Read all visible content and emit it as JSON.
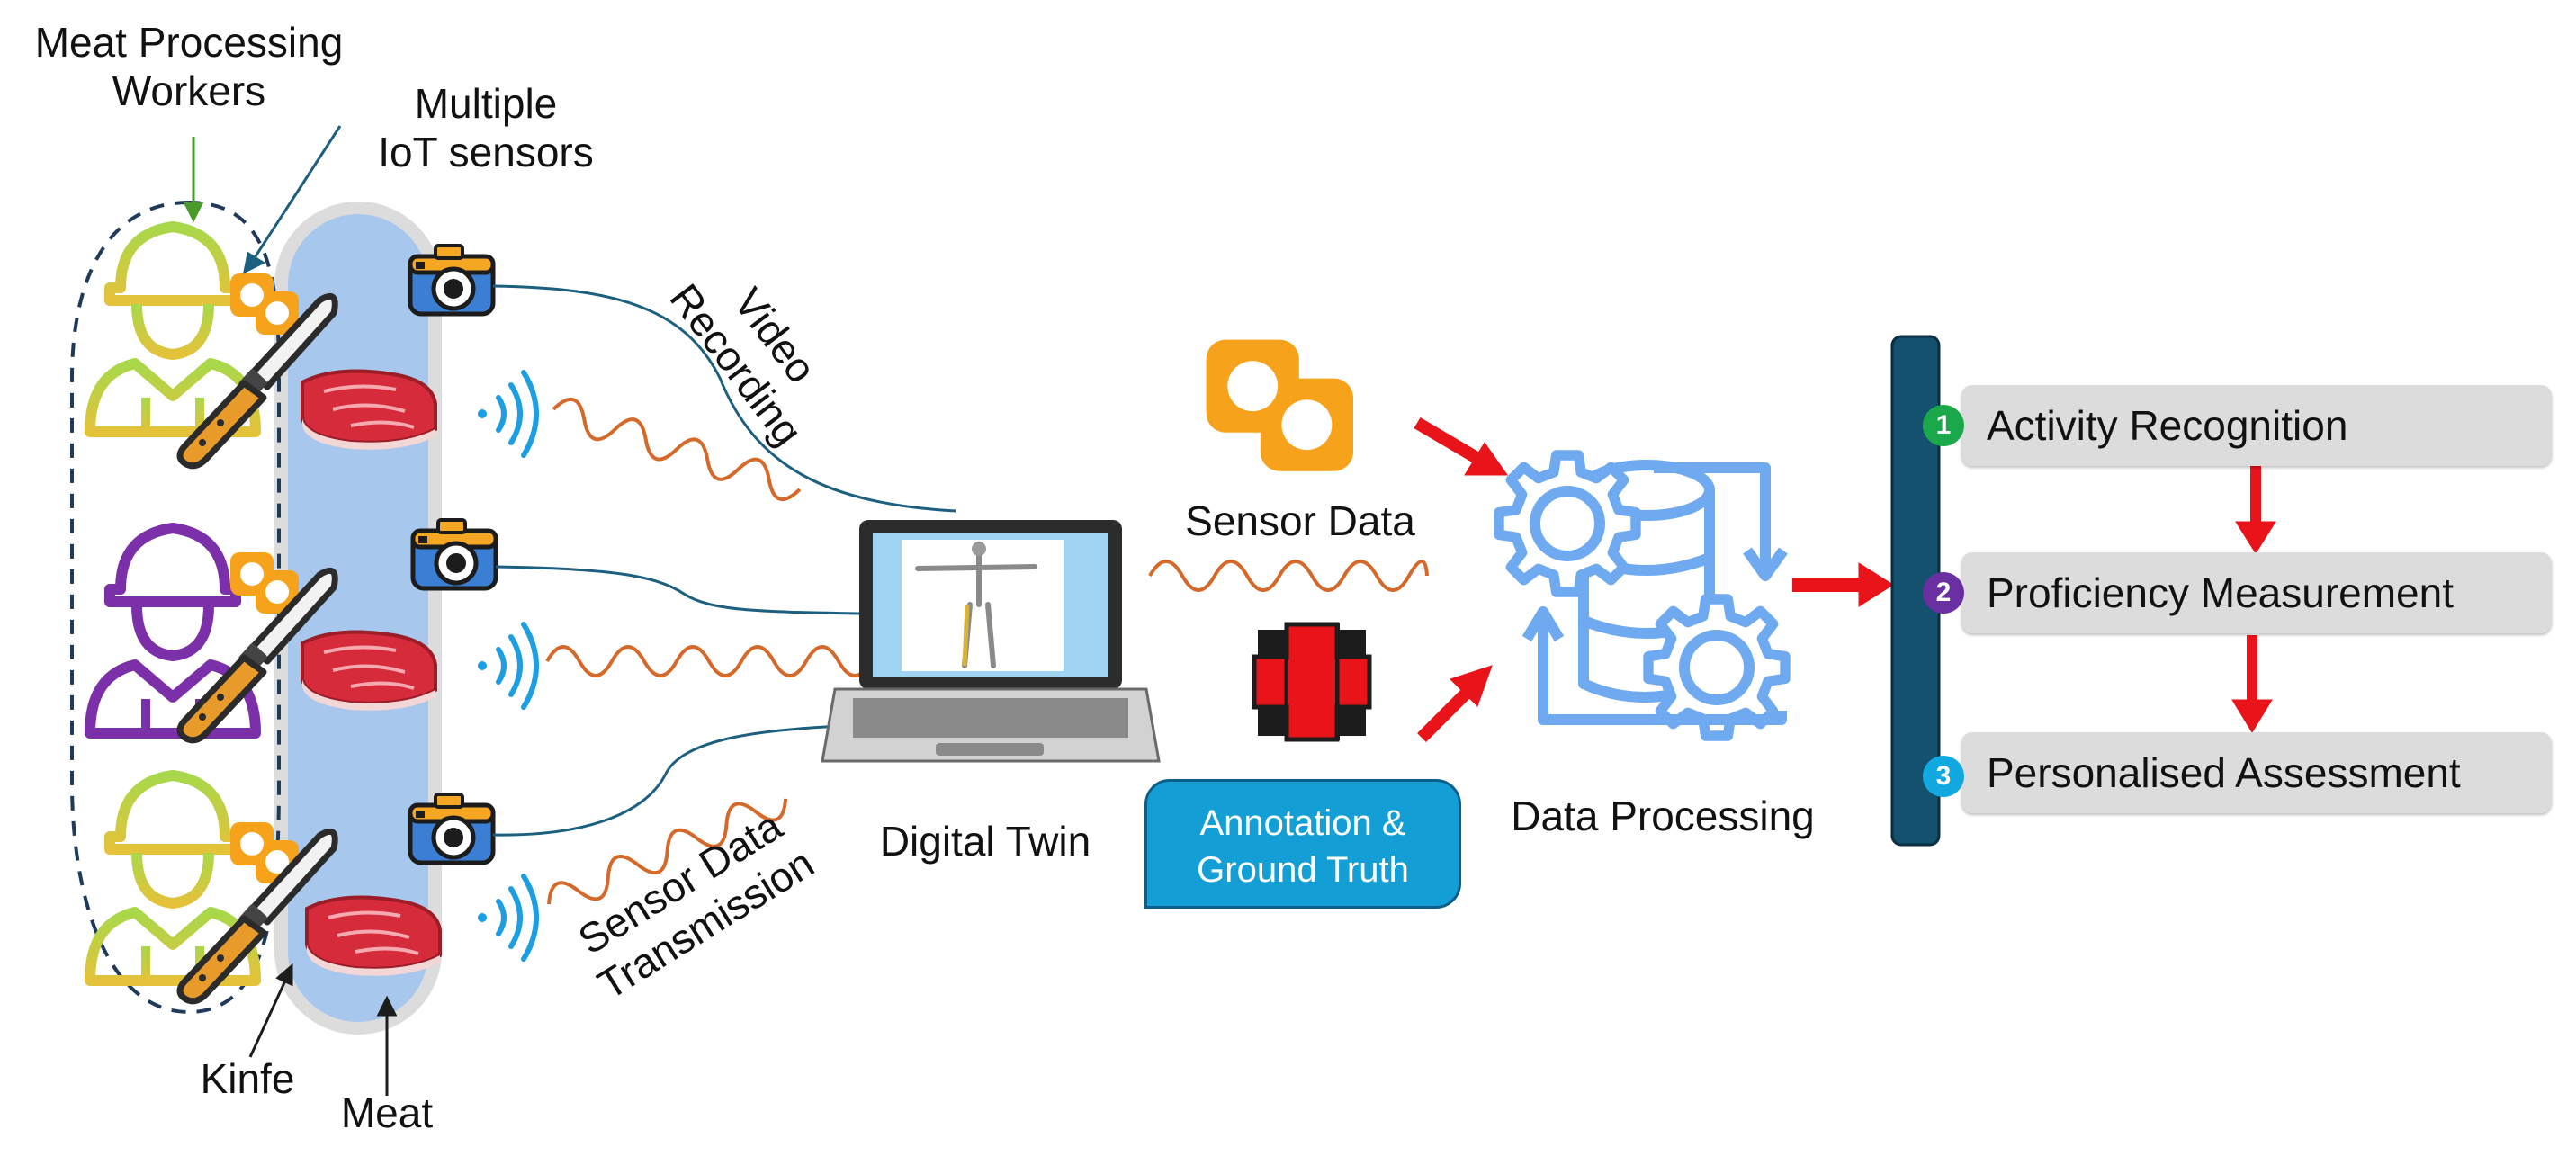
{
  "labels": {
    "workers": [
      "Meat Processing",
      "Workers"
    ],
    "sensors": [
      "Multiple",
      "IoT sensors"
    ],
    "video": [
      "Video",
      "Recording"
    ],
    "transmission": [
      "Sensor Data",
      "Transmission"
    ],
    "sensor_data": "Sensor Data",
    "digital_twin": "Digital Twin",
    "annotation": [
      "Annotation &",
      "Ground Truth"
    ],
    "data_processing": "Data Processing",
    "knife": "Kinfe",
    "meat": "Meat"
  },
  "steps": [
    {
      "number": "1",
      "label": "Activity Recognition",
      "color": "#1aa84a"
    },
    {
      "number": "2",
      "label": "Proficiency Measurement",
      "color": "#6a2fa0"
    },
    {
      "number": "3",
      "label": "Personalised Assessment",
      "color": "#12a8e0"
    }
  ],
  "colors": {
    "conveyor": "#a7c8ec",
    "worker_green": "#8fcf3a",
    "worker_purple": "#7b2fa8",
    "sensor_orange": "#f7a21b",
    "wave_orange": "#d4692a",
    "wifi_blue": "#1e9ee0",
    "arrow_red": "#e8141a",
    "gear_blue": "#6fa9f0",
    "pipeline_bar": "#13516e",
    "annotation_box": "#139fd6"
  },
  "icons": {
    "worker": "worker-helmet-icon",
    "sensor": "iot-sensor-icon",
    "knife": "knife-icon",
    "meat": "meat-icon",
    "camera": "camera-icon",
    "wifi": "wireless-signal-icon",
    "laptop": "laptop-icon",
    "gears": "gears-database-icon",
    "plus": "plus-icon"
  }
}
